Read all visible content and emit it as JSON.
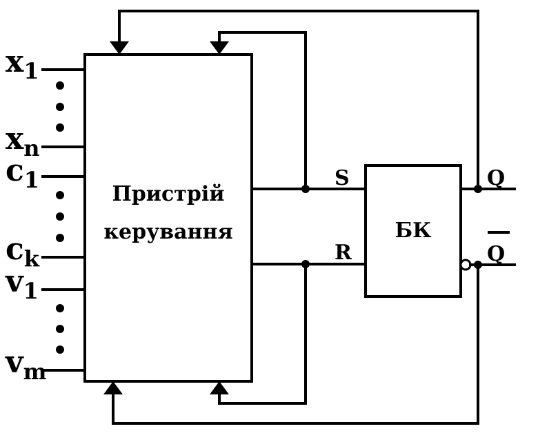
{
  "control_unit": {
    "line1": "Пристрій",
    "line2": "керування"
  },
  "flipflop": {
    "label": "БК",
    "set_input": "S",
    "reset_input": "R",
    "output": "Q",
    "output_inverted": "Q"
  },
  "inputs": [
    {
      "base": "x",
      "sub": "1"
    },
    {
      "base": "x",
      "sub": "n"
    },
    {
      "base": "c",
      "sub": "1"
    },
    {
      "base": "c",
      "sub": "k"
    },
    {
      "base": "v",
      "sub": "1"
    },
    {
      "base": "v",
      "sub": "m"
    }
  ]
}
